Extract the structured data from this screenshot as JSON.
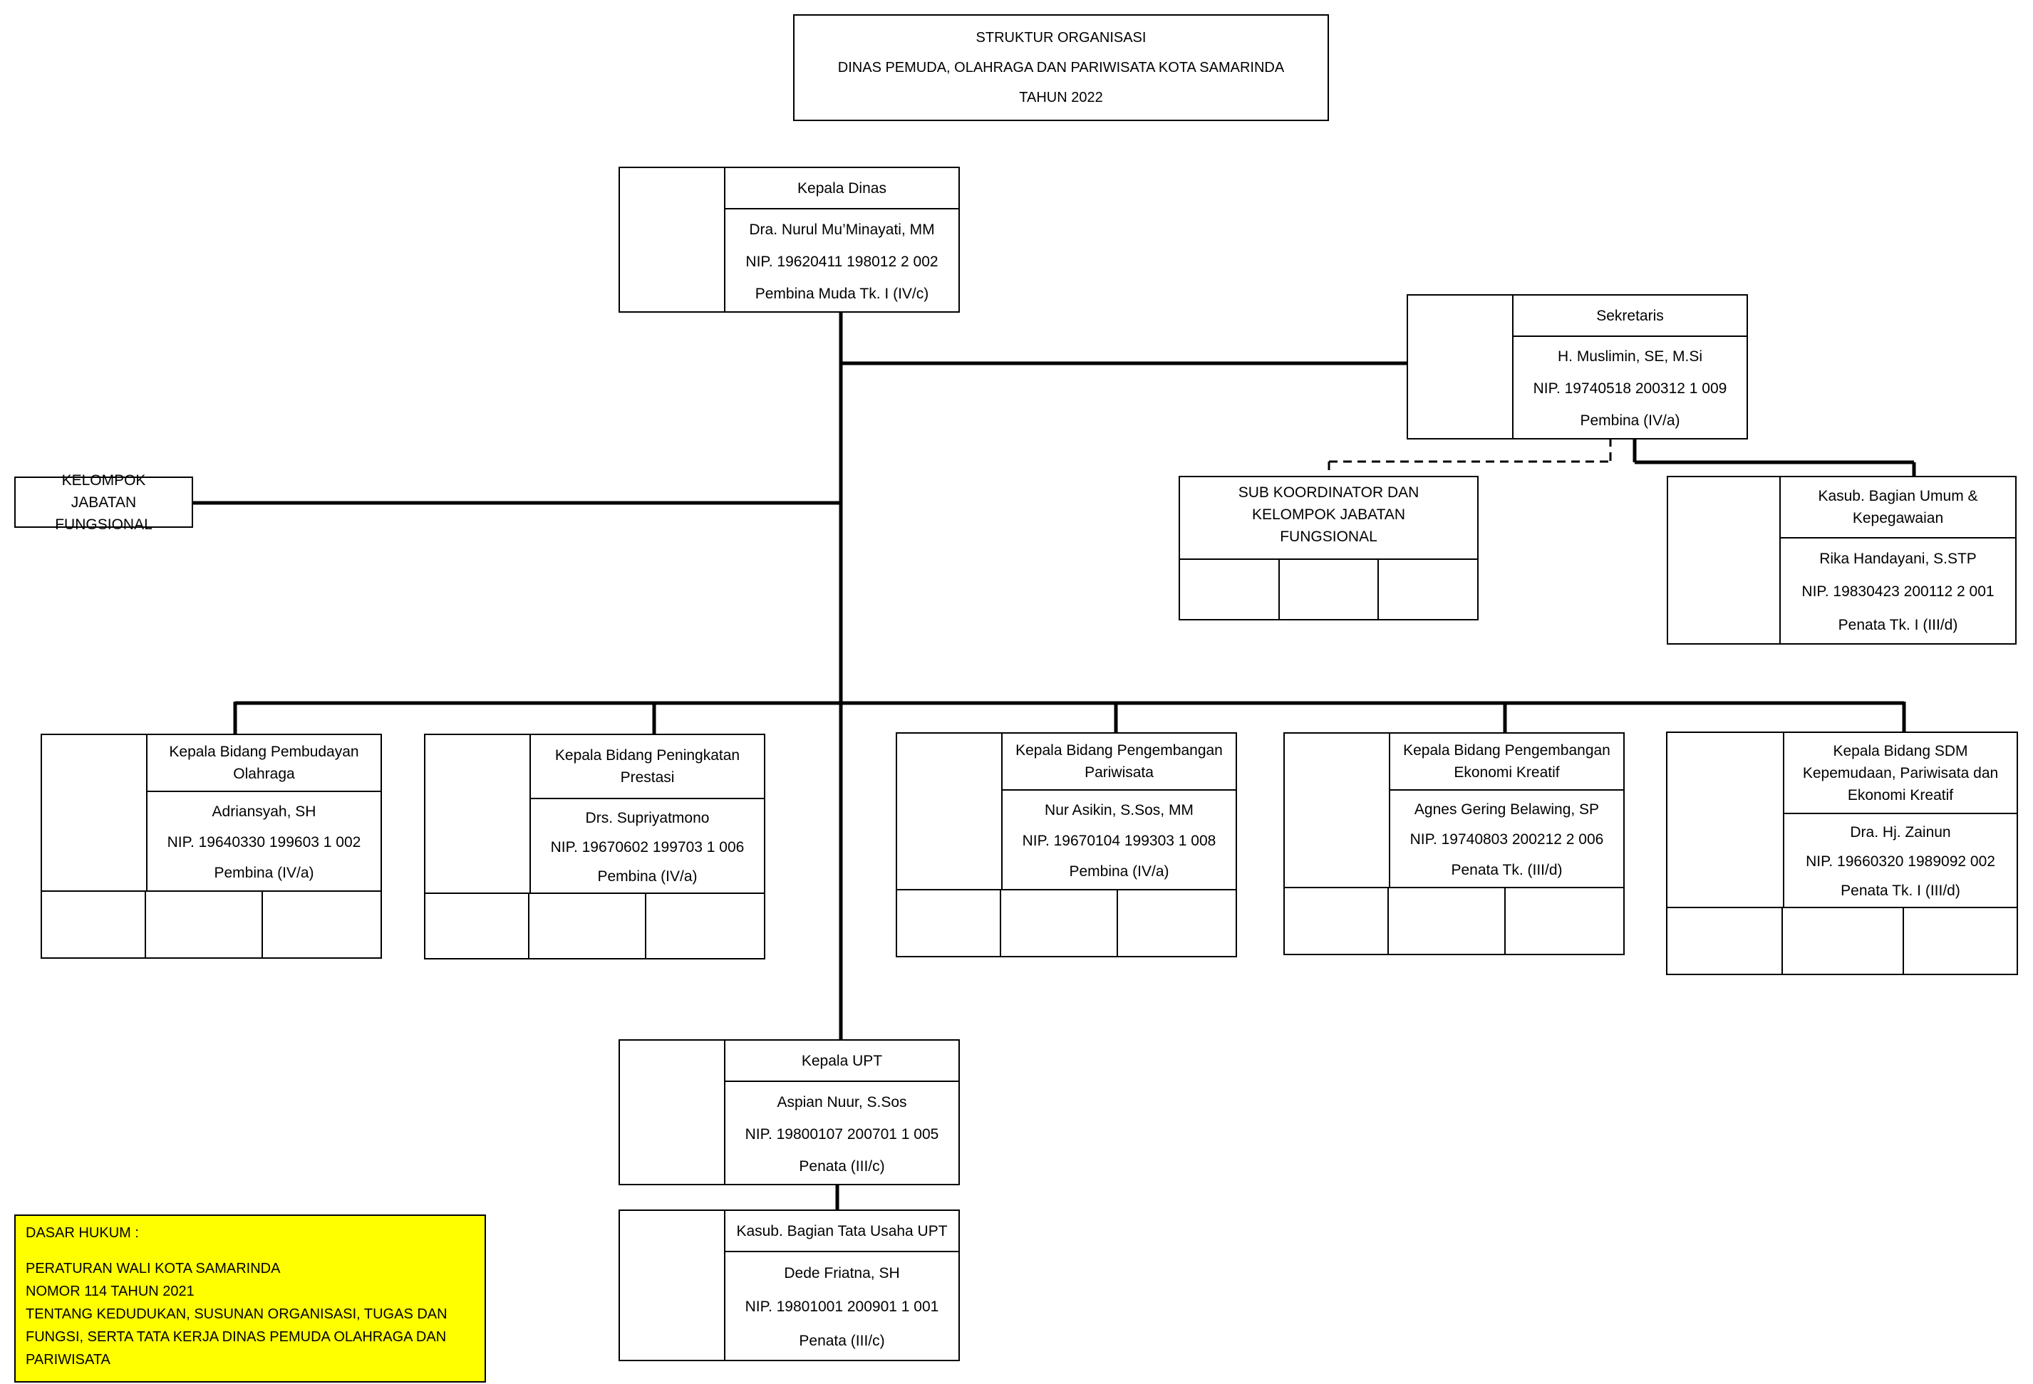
{
  "header": {
    "line1": "STRUKTUR ORGANISASI",
    "line2": "DINAS PEMUDA, OLAHRAGA DAN PARIWISATA KOTA SAMARINDA",
    "line3": "TAHUN 2022"
  },
  "kepala_dinas": {
    "title": "Kepala Dinas",
    "name": "Dra. Nurul Mu’Minayati, MM",
    "nip": "NIP. 19620411 198012 2 002",
    "rank": "Pembina Muda Tk. I (IV/c)"
  },
  "sekretaris": {
    "title": "Sekretaris",
    "name": "H. Muslimin, SE, M.Si",
    "nip": "NIP. 19740518 200312 1 009",
    "rank": "Pembina (IV/a)"
  },
  "kelompok_jabatan": {
    "label": "KELOMPOK JABATAN FUNGSIONAL"
  },
  "sub_koordinator": {
    "label": "SUB KOORDINATOR DAN KELOMPOK JABATAN FUNGSIONAL"
  },
  "kasub_umum": {
    "title": "Kasub. Bagian Umum & Kepegawaian",
    "name": "Rika Handayani, S.STP",
    "nip": "NIP. 19830423 200112 2 001",
    "rank": "Penata Tk. I (III/d)"
  },
  "bidang": [
    {
      "title": "Kepala Bidang Pembudayan Olahraga",
      "name": "Adriansyah, SH",
      "nip": "NIP. 19640330 199603 1 002",
      "rank": "Pembina (IV/a)"
    },
    {
      "title": "Kepala Bidang Peningkatan Prestasi",
      "name": "Drs. Supriyatmono",
      "nip": "NIP. 19670602 199703 1 006",
      "rank": "Pembina (IV/a)"
    },
    {
      "title": "Kepala Bidang Pengembangan Pariwisata",
      "name": "Nur Asikin, S.Sos, MM",
      "nip": "NIP. 19670104 199303 1 008",
      "rank": "Pembina (IV/a)"
    },
    {
      "title": "Kepala Bidang Pengembangan Ekonomi Kreatif",
      "name": "Agnes Gering Belawing, SP",
      "nip": "NIP. 19740803 200212 2 006",
      "rank": "Penata Tk. (III/d)"
    },
    {
      "title": "Kepala Bidang SDM Kepemudaan, Pariwisata dan Ekonomi Kreatif",
      "name": "Dra. Hj. Zainun",
      "nip": "NIP. 19660320 1989092 002",
      "rank": "Penata Tk. I (III/d)"
    }
  ],
  "kepala_upt": {
    "title": "Kepala UPT",
    "name": "Aspian Nuur, S.Sos",
    "nip": "NIP. 19800107 200701 1 005",
    "rank": "Penata (III/c)"
  },
  "kasub_tu_upt": {
    "title": "Kasub. Bagian Tata Usaha UPT",
    "name": "Dede Friatna, SH",
    "nip": "NIP. 19801001 200901 1 001",
    "rank": "Penata (III/c)"
  },
  "dasar_hukum": {
    "heading": "DASAR HUKUM :",
    "line1": "PERATURAN WALI KOTA SAMARINDA",
    "line2": "NOMOR 114 TAHUN 2021",
    "line3": "TENTANG KEDUDUKAN, SUSUNAN ORGANISASI, TUGAS DAN",
    "line4": "FUNGSI, SERTA TATA KERJA DINAS PEMUDA OLAHRAGA DAN",
    "line5": "PARIWISATA"
  }
}
